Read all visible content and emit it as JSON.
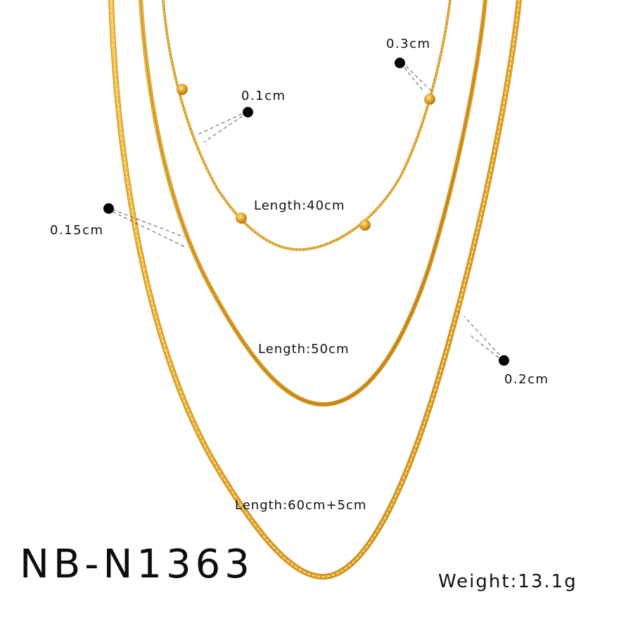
{
  "product": {
    "sku": "NB-N1363",
    "weight_label": "Weight:13.1g"
  },
  "chains": [
    {
      "name": "beaded-chain",
      "length_label": "Length:40cm",
      "width_label": "0.1cm",
      "bead_label": "0.3cm"
    },
    {
      "name": "snake-chain",
      "length_label": "Length:50cm",
      "width_label": "0.15cm"
    },
    {
      "name": "flat-chain",
      "length_label": "Length:60cm+5cm",
      "width_label": "0.2cm"
    }
  ],
  "colors": {
    "gold": "#e3a52a",
    "gold_dark": "#b87d12",
    "gold_light": "#f6d27a",
    "text": "#111111",
    "background": "#ffffff"
  }
}
